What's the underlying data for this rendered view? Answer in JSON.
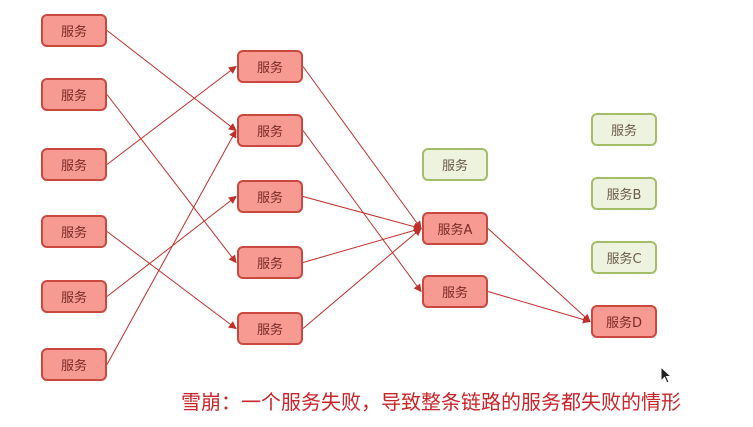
{
  "colors": {
    "failed_fill": "#f79b92",
    "failed_border": "#c9483f",
    "healthy_fill": "#eef3df",
    "healthy_border": "#a4bd6b",
    "arrow": "#c0302b",
    "caption": "#c8252a"
  },
  "nodes": [
    {
      "id": "c1-1",
      "label": "服务",
      "status": "failed"
    },
    {
      "id": "c1-2",
      "label": "服务",
      "status": "failed"
    },
    {
      "id": "c1-3",
      "label": "服务",
      "status": "failed"
    },
    {
      "id": "c1-4",
      "label": "服务",
      "status": "failed"
    },
    {
      "id": "c1-5",
      "label": "服务",
      "status": "failed"
    },
    {
      "id": "c1-6",
      "label": "服务",
      "status": "failed"
    },
    {
      "id": "c2-1",
      "label": "服务",
      "status": "failed"
    },
    {
      "id": "c2-2",
      "label": "服务",
      "status": "failed"
    },
    {
      "id": "c2-3",
      "label": "服务",
      "status": "failed"
    },
    {
      "id": "c2-4",
      "label": "服务",
      "status": "failed"
    },
    {
      "id": "c2-5",
      "label": "服务",
      "status": "failed"
    },
    {
      "id": "c3-1",
      "label": "服务",
      "status": "healthy"
    },
    {
      "id": "c3-a",
      "label": "服务A",
      "status": "failed"
    },
    {
      "id": "c3-3",
      "label": "服务",
      "status": "failed"
    },
    {
      "id": "c4-1",
      "label": "服务",
      "status": "healthy"
    },
    {
      "id": "c4-b",
      "label": "服务B",
      "status": "healthy"
    },
    {
      "id": "c4-c",
      "label": "服务C",
      "status": "healthy"
    },
    {
      "id": "c4-d",
      "label": "服务D",
      "status": "failed"
    }
  ],
  "edges": [
    {
      "from": "c1-1",
      "to": "c2-2"
    },
    {
      "from": "c1-2",
      "to": "c2-4"
    },
    {
      "from": "c1-3",
      "to": "c2-1"
    },
    {
      "from": "c1-4",
      "to": "c2-5"
    },
    {
      "from": "c1-5",
      "to": "c2-3"
    },
    {
      "from": "c1-6",
      "to": "c2-2"
    },
    {
      "from": "c2-1",
      "to": "c3-a"
    },
    {
      "from": "c2-2",
      "to": "c3-3"
    },
    {
      "from": "c2-3",
      "to": "c3-a"
    },
    {
      "from": "c2-4",
      "to": "c3-a"
    },
    {
      "from": "c2-5",
      "to": "c3-a"
    },
    {
      "from": "c3-a",
      "to": "c4-d"
    },
    {
      "from": "c3-3",
      "to": "c4-d"
    }
  ],
  "caption": "雪崩：一个服务失败，导致整条链路的服务都失败的情形"
}
